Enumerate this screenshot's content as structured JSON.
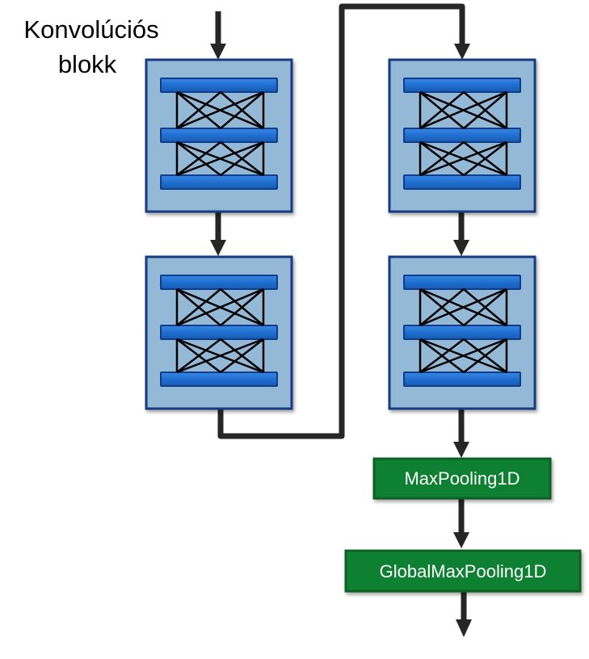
{
  "title_label": {
    "line1": "Konvolúciós",
    "line2": "blokk"
  },
  "pooling_layers": {
    "maxpool": "MaxPooling1D",
    "globalmaxpool": "GlobalMaxPooling1D"
  },
  "colors": {
    "block_fill": "#94b9d6",
    "block_border": "#173a82",
    "layer_bar": "#1f6fd1",
    "layer_bar_border": "#0f3d8c",
    "connection_lines": "#000000",
    "arrow": "#262626",
    "pool_fill": "#0b8030",
    "pool_border": "#0b5e24",
    "pool_text": "#ffffff"
  }
}
